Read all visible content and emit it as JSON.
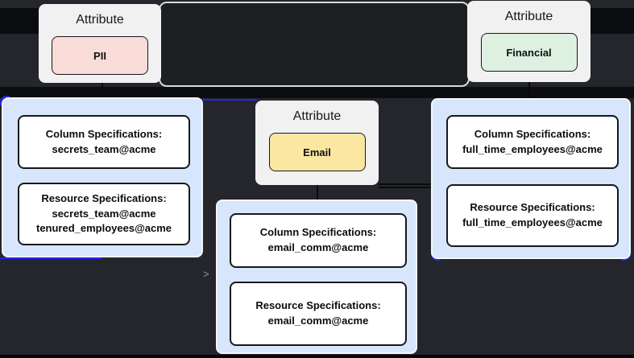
{
  "colors": {
    "canvas": "#24262b",
    "selection_blue": "#2424ef",
    "edge_black": "#0a0a0a",
    "container_blue": "#d7e6fc",
    "pii_chip": "#f9dbd8",
    "email_chip": "#fbe7a2",
    "financial_chip": "#def0e0"
  },
  "attributes": {
    "pii": {
      "label": "Attribute",
      "name": "PII",
      "bg": "#f9dbd8"
    },
    "email": {
      "label": "Attribute",
      "name": "Email",
      "bg": "#fbe7a2"
    },
    "financial": {
      "label": "Attribute",
      "name": "Financial",
      "bg": "#def0e0"
    }
  },
  "specs": {
    "left": {
      "col_title": "Column Specifications:",
      "col_line1": "secrets_team@acme",
      "res_title": "Resource Specifications:",
      "res_line1": "secrets_team@acme",
      "res_line2": "tenured_employees@acme"
    },
    "middle": {
      "col_title": "Column Specifications:",
      "col_line1": "email_comm@acme",
      "res_title": "Resource Specifications:",
      "res_line1": "email_comm@acme"
    },
    "right": {
      "col_title": "Column Specifications:",
      "col_line1": "full_time_employees@acme",
      "res_title": "Resource Specifications:",
      "res_line1": "full_time_employees@acme"
    }
  },
  "ui": {
    "chevron": ">"
  }
}
